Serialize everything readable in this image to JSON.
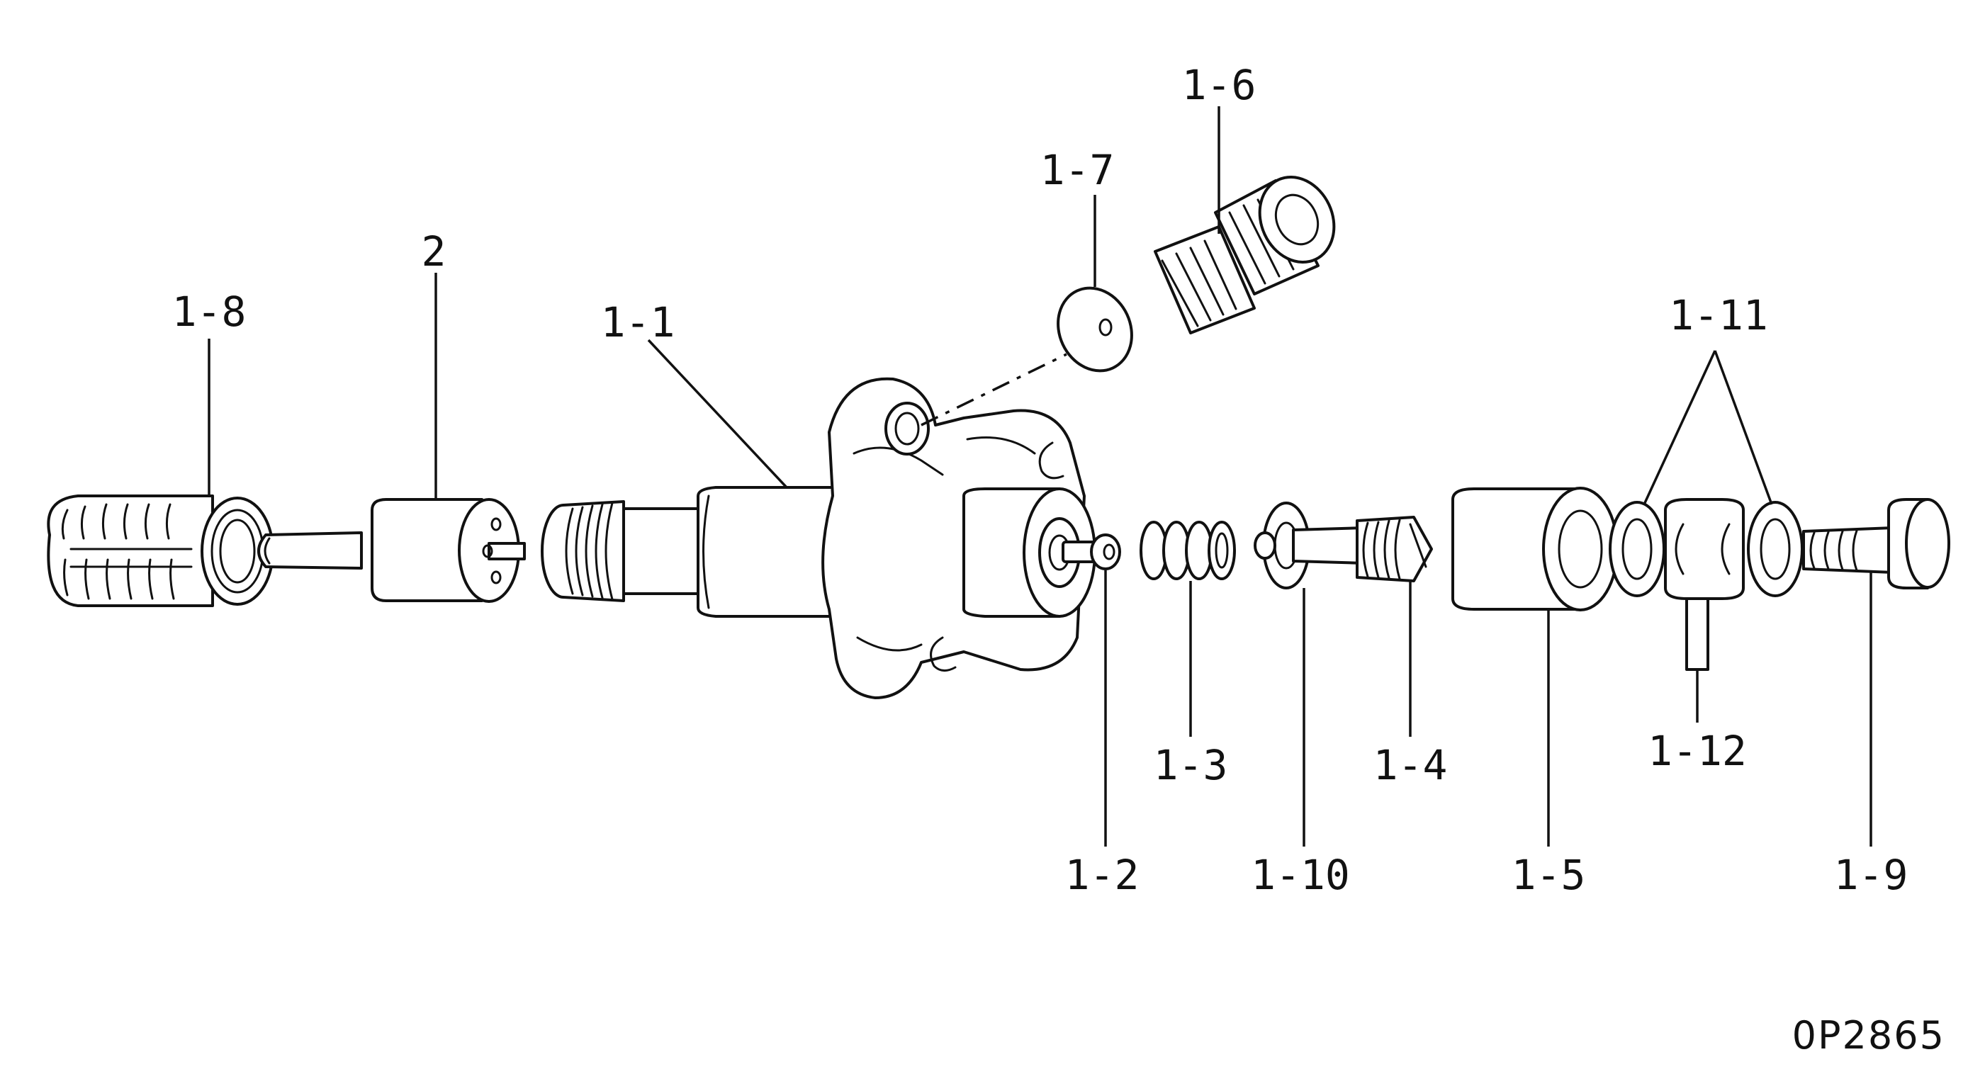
{
  "diagram": {
    "labels": {
      "p1_1": "1-1",
      "p1_2": "1-2",
      "p1_3": "1-3",
      "p1_4": "1-4",
      "p1_5": "1-5",
      "p1_6": "1-6",
      "p1_7": "1-7",
      "p1_8": "1-8",
      "p1_9": "1-9",
      "p1_10": "1-10",
      "p1_11": "1-11",
      "p1_12": "1-12",
      "p2": "2"
    },
    "reference_code": "0P2865"
  }
}
